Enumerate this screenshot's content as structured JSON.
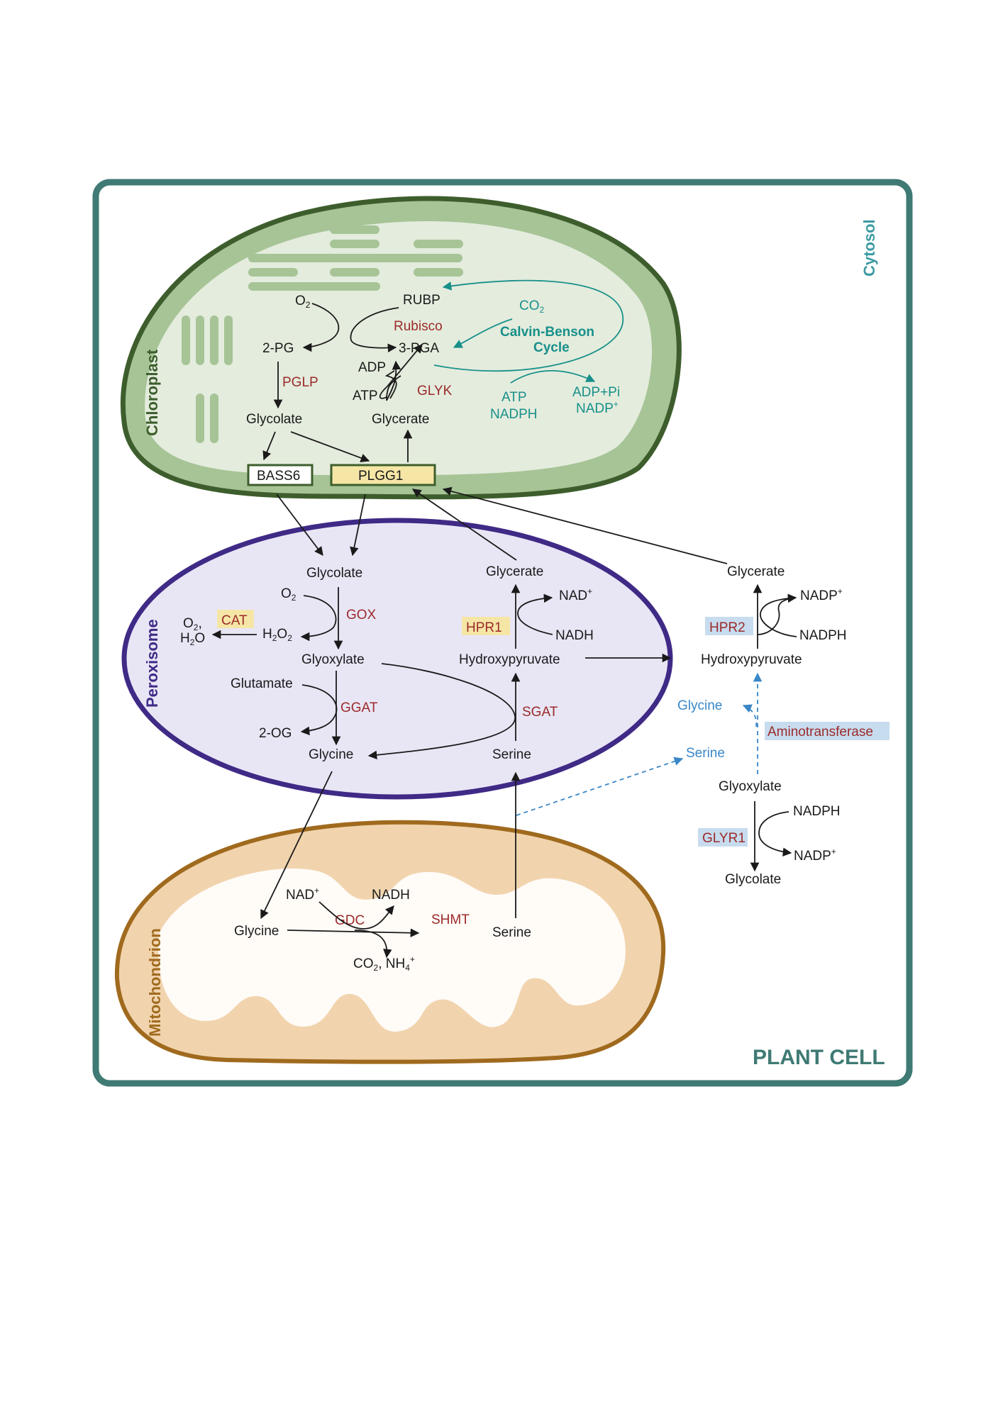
{
  "cell": {
    "title": "PLANT CELL",
    "cytosol": "Cytosol"
  },
  "organelles": {
    "chloroplast": "Chloroplast",
    "peroxisome": "Peroxisome",
    "mitochondrion": "Mitochondrion"
  },
  "chloroplast": {
    "o2": "O",
    "o2_sub": "2",
    "rubp": "RUBP",
    "rubisco": "Rubisco",
    "co2": "CO",
    "co2_sub": "2",
    "calvin1": "Calvin-Benson",
    "calvin2": "Cycle",
    "pg2": "2-PG",
    "pga3": "3-PGA",
    "pglp": "PGLP",
    "adp": "ADP",
    "atp": "ATP",
    "glyk": "GLYK",
    "glycolate": "Glycolate",
    "glycerate": "Glycerate",
    "atp_nadph_1": "ATP",
    "atp_nadph_2": "NADPH",
    "adppi": "ADP+Pi",
    "nadp": "NADP",
    "nadp_sup": "+",
    "bass6": "BASS6",
    "plgg1": "PLGG1"
  },
  "peroxisome": {
    "glycolate": "Glycolate",
    "o2": "O",
    "o2_sub": "2",
    "gox": "GOX",
    "cat": "CAT",
    "o2b": "O",
    "o2b_sub": "2",
    "o2b_comma": ",",
    "h2o_h": "H",
    "h2o_sub": "2",
    "h2o_o": "O",
    "h2o2_h": "H",
    "h2o2_sub1": "2",
    "h2o2_o": "O",
    "h2o2_sub2": "2",
    "glyoxylate": "Glyoxylate",
    "glutamate": "Glutamate",
    "ggat": "GGAT",
    "og2": "2-OG",
    "glycine": "Glycine",
    "glycerate": "Glycerate",
    "nad": "NAD",
    "nad_sup": "+",
    "hpr1": "HPR1",
    "nadh": "NADH",
    "hydroxypyruvate": "Hydroxypyruvate",
    "sgat": "SGAT",
    "serine": "Serine"
  },
  "mitochondrion": {
    "nad": "NAD",
    "nad_sup": "+",
    "nadh": "NADH",
    "gdc": "GDC",
    "glycine": "Glycine",
    "shmt": "SHMT",
    "serine": "Serine",
    "co2": "CO",
    "co2_sub": "2",
    "nh4": ", NH",
    "nh4_sub": "4",
    "nh4_sup": "+"
  },
  "cytosol_path": {
    "glycerate": "Glycerate",
    "nadp": "NADP",
    "nadp_sup": "+",
    "hpr2": "HPR2",
    "nadph": "NADPH",
    "hydroxypyruvate": "Hydroxypyruvate",
    "glycine": "Glycine",
    "aminotransferase": "Aminotransferase",
    "serine": "Serine",
    "glyoxylate": "Glyoxylate",
    "nadph2": "NADPH",
    "glyr1": "GLYR1",
    "nadp2": "NADP",
    "nadp2_sup": "+",
    "glycolate": "Glycolate"
  },
  "colors": {
    "cell_border": "#3f7a74",
    "chloroplast_border": "#3d5e2c",
    "chloroplast_fill": "#a6c496",
    "stroma": "#e4ecdd",
    "peroxisome_border": "#3f2a86",
    "peroxisome_fill": "#e8e6f5",
    "mito_border": "#a06a1e",
    "mito_fill": "#f1d4ae",
    "enzyme": "#9b2a2a",
    "teal": "#17908a",
    "blue": "#3a87c8"
  }
}
